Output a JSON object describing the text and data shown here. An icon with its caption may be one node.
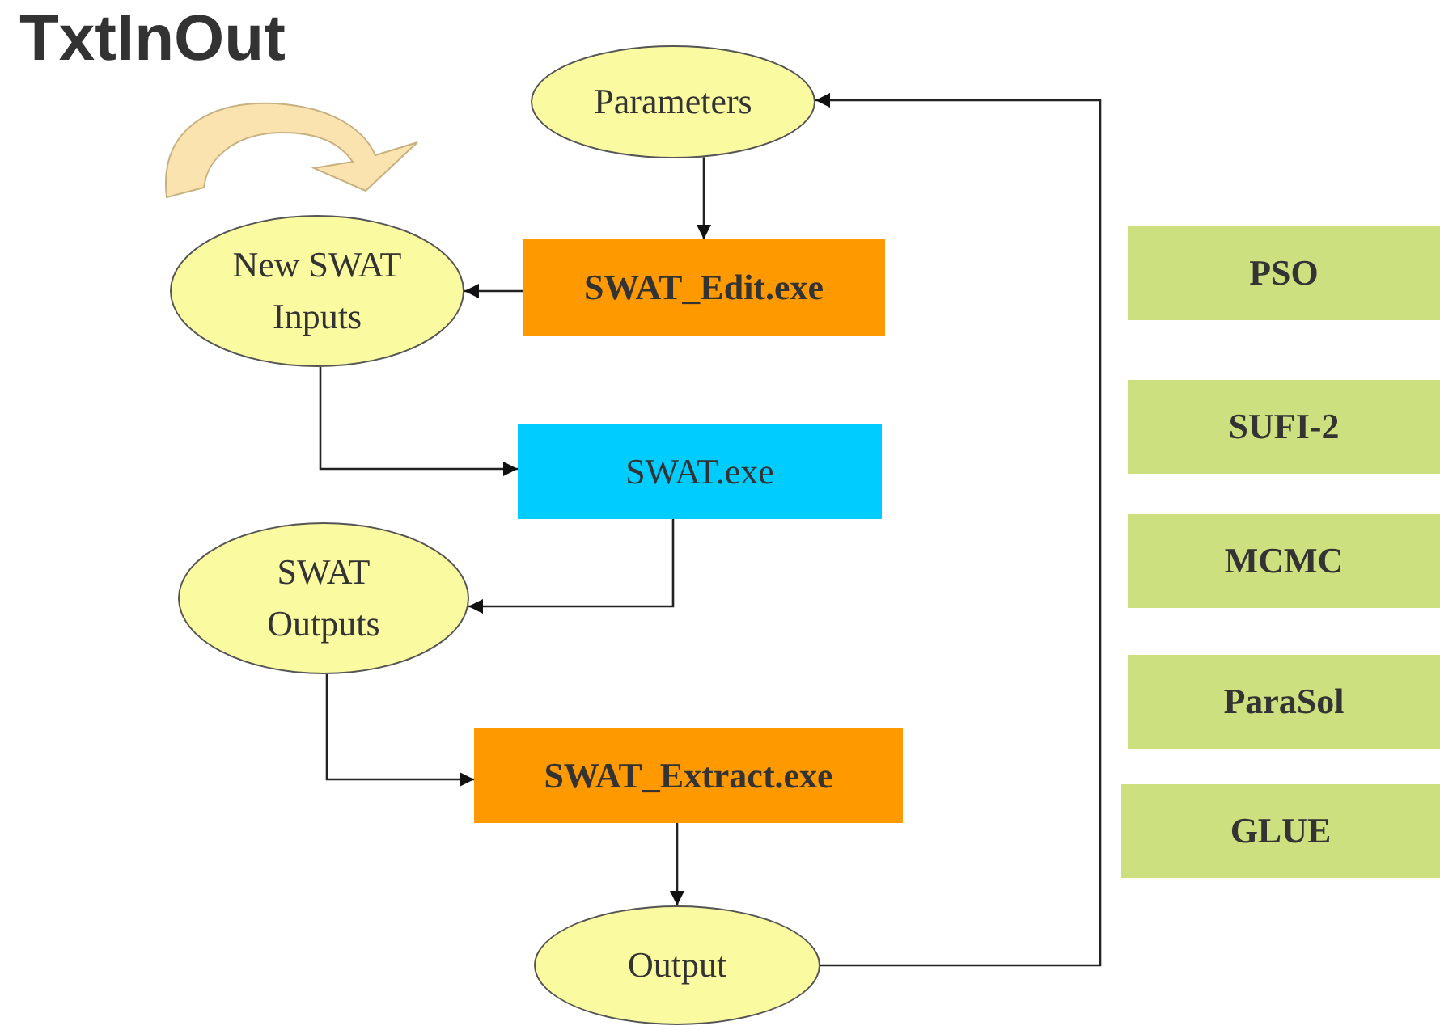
{
  "diagram": {
    "title": "TxtInOut",
    "nodes": [
      {
        "text": [
          "Parameters"
        ]
      },
      {
        "text": [
          "SWAT_Edit.exe"
        ]
      },
      {
        "text": [
          "New SWAT Inputs"
        ]
      },
      {
        "text": [
          "SWAT.exe"
        ]
      },
      {
        "text": [
          "SWAT Outputs"
        ]
      },
      {
        "text": [
          "SWAT_Extract.exe"
        ]
      },
      {
        "text": [
          "Output"
        ]
      },
      {
        "text": [
          "PSO"
        ]
      },
      {
        "text": [
          "SUFI-2"
        ]
      },
      {
        "text": [
          "MCMC"
        ]
      },
      {
        "text": [
          "ParaSol"
        ]
      },
      {
        "text": [
          "GLUE"
        ]
      }
    ],
    "edges": [
      {
        "from": 0,
        "to": 1,
        "arrow": "to"
      },
      {
        "from": 1,
        "to": 2,
        "arrow": "to"
      },
      {
        "from": 2,
        "to": 3,
        "arrow": "to"
      },
      {
        "from": 3,
        "to": 4,
        "arrow": "to"
      },
      {
        "from": 4,
        "to": 5,
        "arrow": "to"
      },
      {
        "from": 5,
        "to": 6,
        "arrow": "to"
      },
      {
        "from": 6,
        "to": 0,
        "arrow": "to"
      }
    ]
  }
}
